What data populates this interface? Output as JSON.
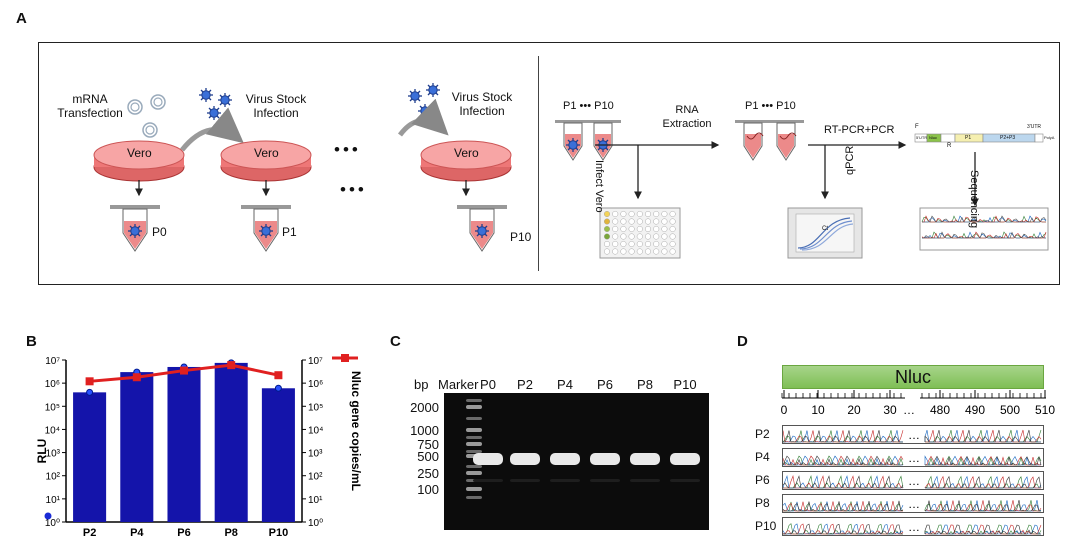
{
  "panel_a": {
    "letter": "A",
    "mrna_transfection": "mRNA\nTransfection",
    "virus_stock_1": "Virus Stock\nInfection",
    "virus_stock_2": "Virus Stock\nInfection",
    "vero": "Vero",
    "dots": "•••",
    "p0": "P0",
    "p1": "P1",
    "p10": "P10",
    "p1_p10_a": "P1 ••• P10",
    "p1_p10_b": "P1 ••• P10",
    "rna_extraction": "RNA\nExtraction",
    "infect_vero": "Infect Vero",
    "qpcr": "qPCR",
    "rtpcr": "RT-PCR+PCR",
    "sequencing": "Sequencing",
    "ct": "Ct",
    "map_labels": {
      "f": "F",
      "utr5": "5'UTR",
      "nluc": "Nluc",
      "p1": "P1",
      "p2p3": "P2+P3",
      "utr3": "3'UTR",
      "polya": "PolyA",
      "r": "R"
    }
  },
  "panel_b": {
    "letter": "B"
  },
  "panel_c": {
    "letter": "C",
    "bp": "bp",
    "marker": "Marker",
    "lanes": [
      "P0",
      "P2",
      "P4",
      "P6",
      "P8",
      "P10"
    ],
    "sizes": [
      "2000",
      "1000",
      "750",
      "500",
      "250",
      "100"
    ]
  },
  "panel_d": {
    "letter": "D",
    "gene": "Nluc",
    "ticks": [
      "0",
      "10",
      "20",
      "30",
      "480",
      "490",
      "500",
      "510"
    ],
    "ellipsis": "…",
    "rows": [
      "P2",
      "P4",
      "P6",
      "P8",
      "P10"
    ]
  },
  "colors": {
    "bar": "#1414aa",
    "line": "#e02020",
    "dish": "#f29b9b",
    "green": "#8bc34a"
  },
  "chart_data": {
    "type": "bar",
    "categories": [
      "P2",
      "P4",
      "P6",
      "P8",
      "P10"
    ],
    "series": [
      {
        "values": [
          400000,
          3000000,
          5000000,
          7500000,
          600000
        ]
      },
      {
        "name": "Nluc gene copies/mL",
        "type": "line",
        "values": [
          1200000,
          1800000,
          3500000,
          6000000,
          2200000
        ]
      }
    ],
    "ylabel": "RLU",
    "y2label": "Nluc gene copies/mL",
    "yticks": [
      "10⁰",
      "10¹",
      "10²",
      "10³",
      "10⁴",
      "10⁵",
      "10⁶",
      "10⁷"
    ],
    "y2ticks": [
      "10⁰",
      "10¹",
      "10²",
      "10³",
      "10⁴",
      "10⁵",
      "10⁶",
      "10⁷"
    ],
    "ylim": [
      1,
      10000000
    ],
    "yscale": "log",
    "legend_position": "top-right"
  }
}
